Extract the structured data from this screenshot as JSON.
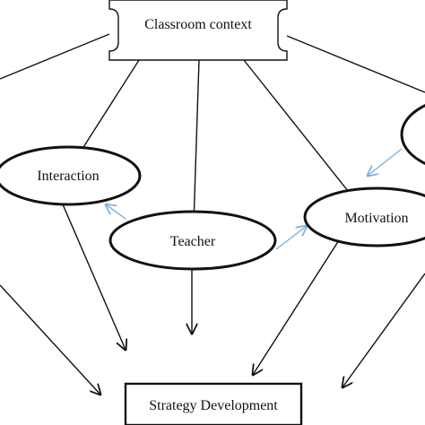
{
  "diagram": {
    "nodes": {
      "classroom_context": {
        "label": "Classroom context"
      },
      "interaction": {
        "label": "Interaction"
      },
      "teacher": {
        "label": "Teacher"
      },
      "motivation": {
        "label": "Motivation"
      },
      "strategy_development": {
        "label": "Strategy Development"
      }
    },
    "colors": {
      "line": "#111111",
      "influence_arrow": "#7fb2e0",
      "background": "#ffffff"
    }
  }
}
